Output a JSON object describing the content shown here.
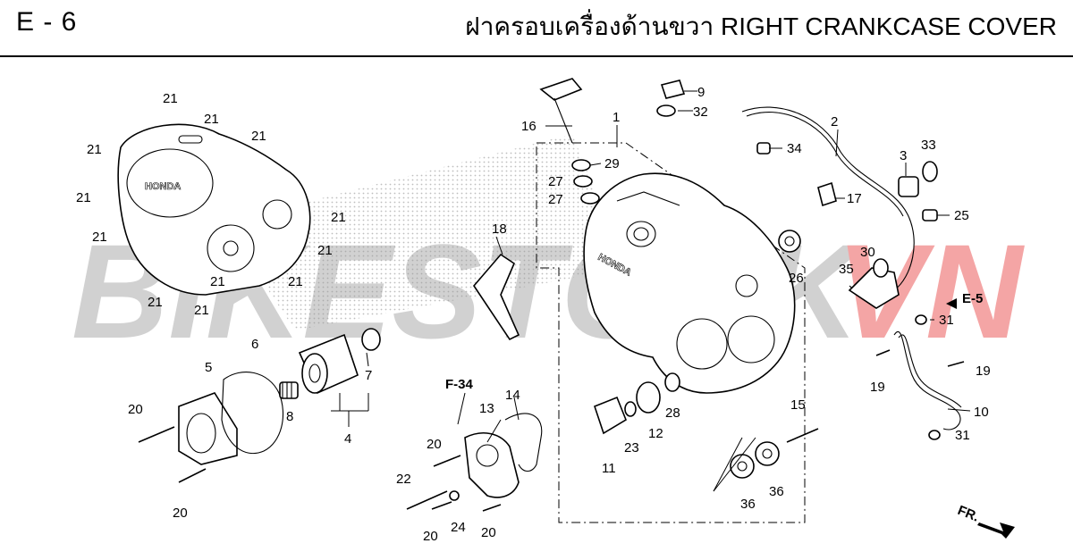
{
  "header": {
    "section": "E - 6",
    "title": "ฝาครอบเครื่องด้านขวา  RIGHT CRANKCASE COVER"
  },
  "watermark": {
    "text_left": "BIKESTOCK",
    "text_right": "VN",
    "color_left": "#9a9a9a",
    "color_right": "#e83a3a"
  },
  "brand_marks": {
    "left_cover": "HONDA",
    "right_cover": "HONDA"
  },
  "refs": {
    "f34": "F-34",
    "e5": "E-5",
    "fr": "FR."
  },
  "callouts": [
    "21",
    "21",
    "21",
    "21",
    "21",
    "21",
    "21",
    "21",
    "21",
    "21",
    "21",
    "21",
    "16",
    "1",
    "9",
    "32",
    "29",
    "27",
    "27",
    "2",
    "34",
    "3",
    "33",
    "17",
    "25",
    "18",
    "26",
    "30",
    "35",
    "31",
    "6",
    "5",
    "7",
    "8",
    "4",
    "20",
    "20",
    "14",
    "13",
    "20",
    "22",
    "20",
    "24",
    "20",
    "11",
    "23",
    "12",
    "28",
    "15",
    "36",
    "36",
    "10",
    "19",
    "19",
    "31"
  ]
}
